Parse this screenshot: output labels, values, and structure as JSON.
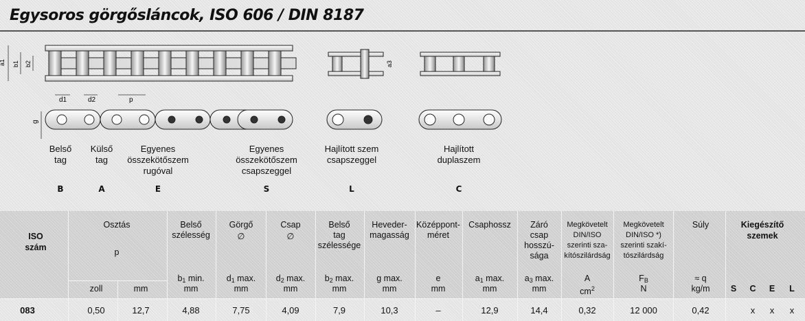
{
  "title": "Egysoros görgősláncok, ISO 606 / DIN 8187",
  "dimension_labels": {
    "a1": "a1",
    "b1": "b1",
    "b2": "b2",
    "d1": "d1",
    "d2": "d2",
    "p": "p",
    "g": "g",
    "a3": "a3"
  },
  "parts": [
    {
      "label_lines": [
        "Belső",
        "tag"
      ],
      "code": "B"
    },
    {
      "label_lines": [
        "Külső",
        "tag"
      ],
      "code": "A"
    },
    {
      "label_lines": [
        "Egyenes",
        "összekötőszem",
        "rugóval"
      ],
      "code": "E"
    },
    {
      "label_lines": [
        "Egyenes",
        "összekötőszem",
        "csapszeggel"
      ],
      "code": "S"
    },
    {
      "label_lines": [
        "Hajlított szem",
        "csapszeggel"
      ],
      "code": "L"
    },
    {
      "label_lines": [
        "Hajlított",
        "duplaszem"
      ],
      "code": "C"
    }
  ],
  "table": {
    "headers": {
      "iso": [
        "ISO",
        "szám"
      ],
      "pitch": "Osztás",
      "pitch_symbol": "p",
      "pitch_unit_zoll": "zoll",
      "pitch_unit_mm": "mm",
      "inner_width": [
        "Belső",
        "szélesség"
      ],
      "inner_width_sym": "b",
      "inner_width_sub": "1",
      "inner_width_suffix": " min.",
      "roller": [
        "Görgő",
        "∅"
      ],
      "roller_sym": "d",
      "roller_sub": "1",
      "roller_suffix": " max.",
      "pin": [
        "Csap",
        "∅"
      ],
      "pin_sym": "d",
      "pin_sub": "2",
      "pin_suffix": " max.",
      "inner_link_width": [
        "Belső",
        "tag",
        "szélessége"
      ],
      "inner_link_sym": "b",
      "inner_link_sub": "2",
      "inner_link_suffix": " max.",
      "plate_height": [
        "Heveder-",
        "magasság"
      ],
      "plate_height_sym": "g max.",
      "offset": [
        "Középpont-",
        "méret"
      ],
      "offset_sym": "e",
      "pin_length": "Csaphossz",
      "pin_length_sym": "a",
      "pin_length_sub": "1",
      "pin_length_suffix": " max.",
      "closing_pin": [
        "Záró",
        "csap",
        "hosszú-",
        "sága"
      ],
      "closing_pin_sym": "a",
      "closing_pin_sub": "3",
      "closing_pin_suffix": " max.",
      "req_strength": [
        "Megkövetelt",
        "DIN/ISO",
        "szerinti sza-",
        "kítószilárdság"
      ],
      "req_strength_sym": "A",
      "req_strength_unit": "cm",
      "req_strength_sup": "2",
      "breaking": [
        "Megkövetelt",
        "DIN/ISO *)",
        "szerinti szakí-",
        "tószilárdság"
      ],
      "breaking_sym": "F",
      "breaking_sub": "B",
      "breaking_unit": "N",
      "weight": "Súly",
      "weight_sym": "≈ q",
      "weight_unit": "kg/m",
      "extras": [
        "Kiegészítő",
        "szemek"
      ],
      "extras_cols": [
        "S",
        "C",
        "E",
        "L"
      ],
      "mm": "mm"
    },
    "rows": [
      {
        "iso": "083",
        "zoll": "0,50",
        "mm": "12,7",
        "b1": "4,88",
        "d1": "7,75",
        "d2": "4,09",
        "b2": "7,9",
        "g": "10,3",
        "e": "–",
        "a1": "12,9",
        "a3": "14,4",
        "A": "0,32",
        "FB": "12 000",
        "q": "0,42",
        "S": "",
        "C": "x",
        "E": "x",
        "L": "x"
      }
    ]
  }
}
